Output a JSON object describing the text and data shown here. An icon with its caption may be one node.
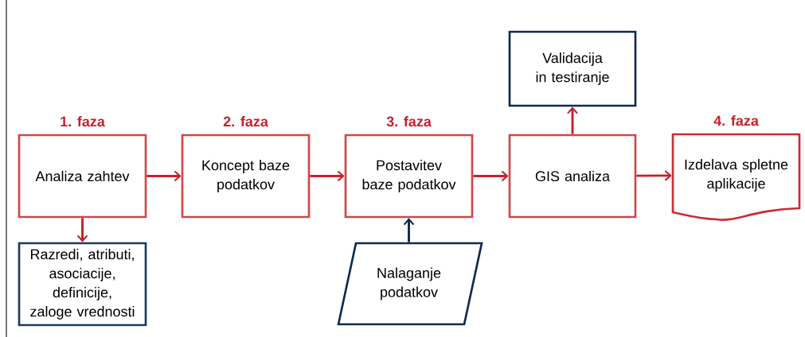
{
  "diagram": {
    "nodes": [
      {
        "text": [
          "Analiza zahtev"
        ],
        "beside": [
          "1. faza"
        ]
      },
      {
        "text": [
          "Koncept baze podatkov"
        ],
        "beside": [
          "2. faza"
        ]
      },
      {
        "text": [
          "Postavitev baze podatkov"
        ],
        "beside": [
          "3. faza"
        ]
      },
      {
        "text": [
          "GIS analiza"
        ]
      },
      {
        "text": [
          "Izdelava spletne aplikacije"
        ],
        "beside": [
          "4. faza"
        ]
      },
      {
        "text": [
          "Validacija in testiranje"
        ]
      },
      {
        "text": [
          "Razredi, atributi, asociacije, definicije, zaloge vrednosti"
        ]
      },
      {
        "text": [
          "Nalaganje podatkov"
        ]
      }
    ],
    "edges": [
      {
        "from": 0,
        "to": 1,
        "arrow": "to"
      },
      {
        "from": 1,
        "to": 2,
        "arrow": "to"
      },
      {
        "from": 2,
        "to": 3,
        "arrow": "to"
      },
      {
        "from": 3,
        "to": 4,
        "arrow": "to"
      },
      {
        "from": 3,
        "to": 5,
        "arrow": "to"
      },
      {
        "from": 0,
        "to": 6,
        "arrow": "to"
      },
      {
        "from": 7,
        "to": 2,
        "arrow": "to",
        "color": "#0d2a50"
      }
    ]
  }
}
